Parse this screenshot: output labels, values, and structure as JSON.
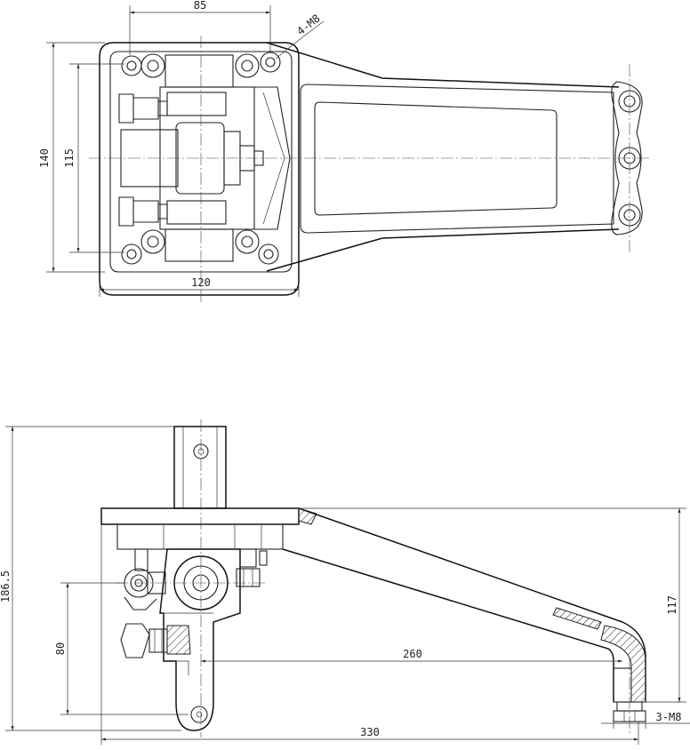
{
  "top_view": {
    "dim_bolt_spacing": "85",
    "dim_holes_callout": "4-M8",
    "dim_height_outer": "140",
    "dim_height_inner": "115",
    "dim_base_width": "120"
  },
  "side_view": {
    "dim_total_height": "186.5",
    "dim_pivot_drop": "80",
    "dim_arm_reach": "260",
    "dim_arm_drop": "117",
    "dim_end_holes_callout": "3-M8",
    "dim_total_length": "330"
  }
}
